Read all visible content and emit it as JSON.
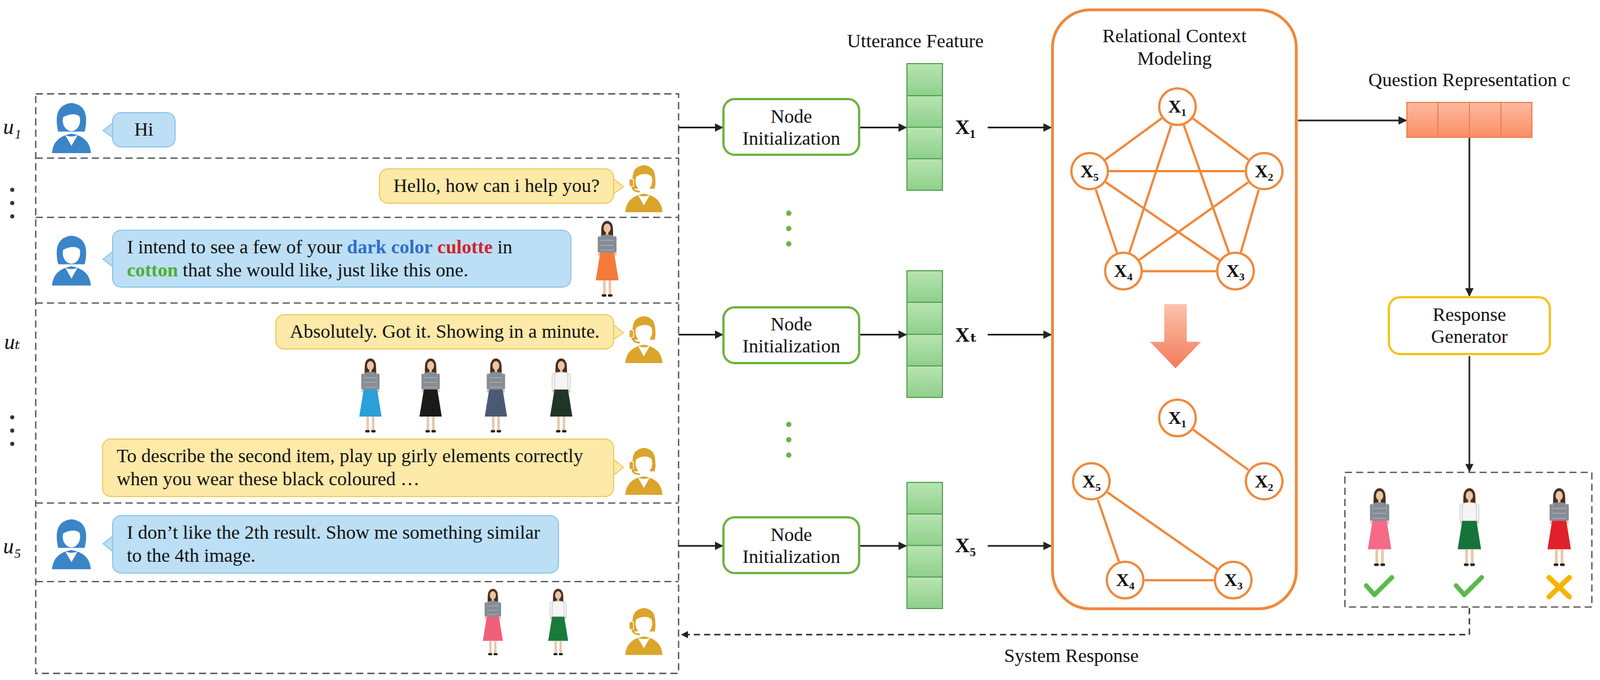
{
  "diagram": {
    "nodes": [
      {
        "text": [
          "u₁"
        ]
      },
      {
        "text": [
          "Hi"
        ],
        "in": 0
      },
      {
        "text": [
          "Hello, how can i help you?"
        ]
      },
      {
        "text": [
          "I intend to see a few of your",
          "dark color",
          "culotte",
          "in",
          "cotton",
          "that she would like, just like this one."
        ]
      },
      {
        "text": [
          "uₜ"
        ]
      },
      {
        "text": [
          "Absolutely. Got it. Showing in a minute."
        ],
        "in": 4
      },
      {
        "text": [
          "To describe the second item, play up girly elements correctly when you wear these black coloured …"
        ],
        "in": 4
      },
      {
        "text": [
          "u₅"
        ]
      },
      {
        "text": [
          "I don’t like the 2th result. Show me something similar to the 4th image."
        ],
        "in": 7
      },
      {
        "text": [
          "Node Initialization"
        ]
      },
      {
        "text": [
          "Node Initialization"
        ]
      },
      {
        "text": [
          "Node Initialization"
        ]
      },
      {
        "text": [
          "X₁"
        ]
      },
      {
        "text": [
          "Xₜ"
        ]
      },
      {
        "text": [
          "X₅"
        ]
      },
      {
        "text": [
          "Relational Context Modeling"
        ]
      },
      {
        "text": [
          "X₁"
        ],
        "in": 15
      },
      {
        "text": [
          "X₂"
        ],
        "in": 15
      },
      {
        "text": [
          "X₃"
        ],
        "in": 15
      },
      {
        "text": [
          "X₄"
        ],
        "in": 15
      },
      {
        "text": [
          "X₅"
        ],
        "in": 15
      },
      {
        "text": [
          "X₁"
        ],
        "in": 15
      },
      {
        "text": [
          "X₂"
        ],
        "in": 15
      },
      {
        "text": [
          "X₃"
        ],
        "in": 15
      },
      {
        "text": [
          "X₄"
        ],
        "in": 15
      },
      {
        "text": [
          "X₅"
        ],
        "in": 15
      },
      {
        "text": [
          "Question Representation c"
        ]
      },
      {
        "text": [
          "Response Generator"
        ]
      }
    ],
    "edges": [
      {
        "from": 0,
        "to": 9,
        "arrow": "to"
      },
      {
        "from": 4,
        "to": 10,
        "arrow": "to"
      },
      {
        "from": 7,
        "to": 11,
        "arrow": "to"
      },
      {
        "from": 9,
        "to": 12,
        "arrow": "to"
      },
      {
        "from": 10,
        "to": 13,
        "arrow": "to"
      },
      {
        "from": 11,
        "to": 14,
        "arrow": "to"
      },
      {
        "from": 12,
        "to": 15,
        "arrow": "to"
      },
      {
        "from": 13,
        "to": 15,
        "arrow": "to"
      },
      {
        "from": 14,
        "to": 15,
        "arrow": "to"
      },
      {
        "from": 15,
        "to": 26,
        "arrow": "to"
      },
      {
        "from": 26,
        "to": 27,
        "arrow": "to"
      },
      {
        "from": 16,
        "to": 17,
        "arrow": "none"
      },
      {
        "from": 16,
        "to": 18,
        "arrow": "none"
      },
      {
        "from": 16,
        "to": 19,
        "arrow": "none"
      },
      {
        "from": 16,
        "to": 20,
        "arrow": "none"
      },
      {
        "from": 17,
        "to": 18,
        "arrow": "none"
      },
      {
        "from": 17,
        "to": 19,
        "arrow": "none"
      },
      {
        "from": 17,
        "to": 20,
        "arrow": "none"
      },
      {
        "from": 18,
        "to": 19,
        "arrow": "none"
      },
      {
        "from": 18,
        "to": 20,
        "arrow": "none"
      },
      {
        "from": 19,
        "to": 20,
        "arrow": "none"
      },
      {
        "from": 21,
        "to": 22,
        "arrow": "none"
      },
      {
        "from": 25,
        "to": 24,
        "arrow": "none"
      },
      {
        "from": 24,
        "to": 23,
        "arrow": "none"
      },
      {
        "from": 25,
        "to": 23,
        "arrow": "none"
      }
    ],
    "labels": [
      "Utterance Feature",
      "System Response"
    ]
  }
}
